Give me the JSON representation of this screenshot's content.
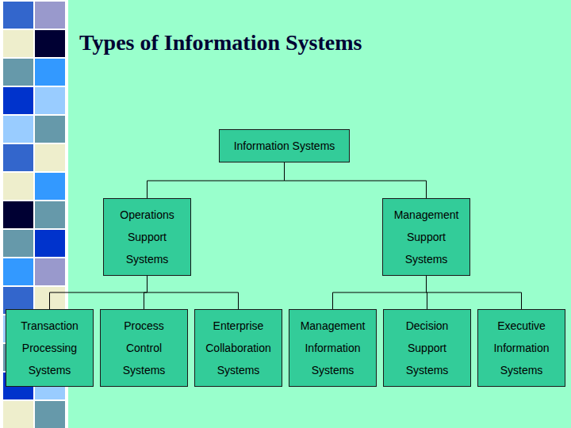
{
  "diagram": {
    "title": "Types of Information Systems",
    "nodes": [
      {
        "text": [
          "Information Systems"
        ]
      },
      {
        "text": [
          "Operations Support Systems"
        ]
      },
      {
        "text": [
          "Management Support Systems"
        ]
      },
      {
        "text": [
          "Transaction Processing Systems"
        ]
      },
      {
        "text": [
          "Process Control Systems"
        ]
      },
      {
        "text": [
          "Enterprise Collaboration Systems"
        ]
      },
      {
        "text": [
          "Management Information Systems"
        ]
      },
      {
        "text": [
          "Decision Support Systems"
        ]
      },
      {
        "text": [
          "Executive Information Systems"
        ]
      }
    ],
    "edges": [
      {
        "from": 0,
        "to": 1,
        "arrow": "none"
      },
      {
        "from": 0,
        "to": 2,
        "arrow": "none"
      },
      {
        "from": 1,
        "to": 3,
        "arrow": "none"
      },
      {
        "from": 1,
        "to": 4,
        "arrow": "none"
      },
      {
        "from": 1,
        "to": 5,
        "arrow": "none"
      },
      {
        "from": 2,
        "to": 6,
        "arrow": "none"
      },
      {
        "from": 2,
        "to": 7,
        "arrow": "none"
      },
      {
        "from": 2,
        "to": 8,
        "arrow": "none"
      }
    ]
  }
}
